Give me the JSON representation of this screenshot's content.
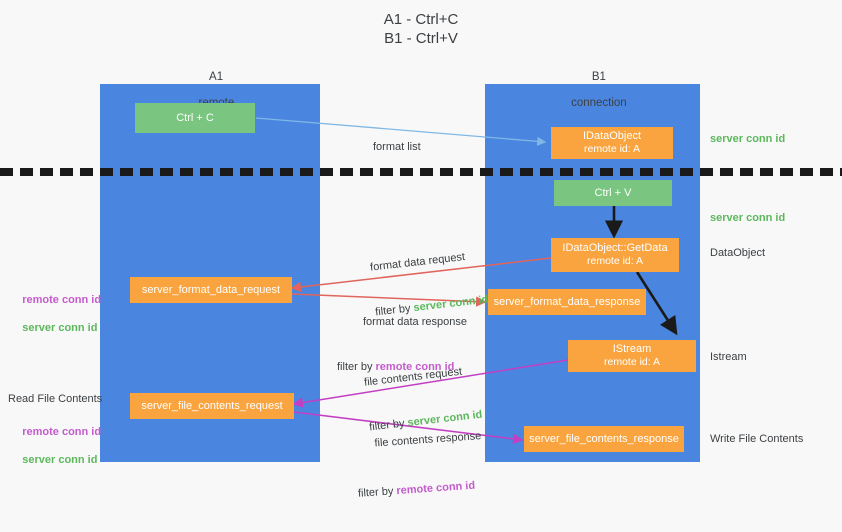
{
  "title": "A1 - Ctrl+C\nB1 - Ctrl+V",
  "lanes": [
    {
      "name": "A1",
      "sub": "remote"
    },
    {
      "name": "B1",
      "sub": "connection"
    }
  ],
  "nodes": {
    "ctrl_c": "Ctrl + C",
    "ctrl_v": "Ctrl + V",
    "idataobject": {
      "l1": "IDataObject",
      "l2": "remote id: A"
    },
    "getdata": {
      "l1": "IDataObject::GetData",
      "l2": "remote id: A"
    },
    "istream": {
      "l1": "IStream",
      "l2": "remote id: A"
    },
    "fmt_req": "server_format_data_request",
    "fmt_resp": "server_format_data_response",
    "file_req": "server_file_contents_request",
    "file_resp": "server_file_contents_response"
  },
  "annotations": {
    "format_list": "format list",
    "fmt_req_l1": "format data request",
    "fmt_req_l2a": "filter by ",
    "fmt_req_l2b": "server conn id",
    "fmt_resp_l1": "format data response",
    "fmt_resp_l2a": "filter by ",
    "fmt_resp_l2b": "remote conn id",
    "file_req_l1": "file contents request",
    "file_req_l2a": "filter by ",
    "file_req_l2b": "server conn id",
    "file_resp_l1": "file contents response",
    "file_resp_l2a": "filter by ",
    "file_resp_l2b": "remote conn id"
  },
  "side_right": {
    "server_conn_top": "server conn id",
    "server_conn_mid": "server conn id",
    "dataobject": "DataObject",
    "istream": "Istream",
    "write_file": "Write File Contents"
  },
  "side_left": {
    "remote_conn_1": "remote conn id",
    "server_conn_1": "server conn id",
    "read_file": "Read File Contents",
    "remote_conn_2": "remote conn id",
    "server_conn_2": "server conn id"
  },
  "colors": {
    "lane": "#4a86e0",
    "green_node": "#7ac57f",
    "orange_node": "#f9a43f",
    "server_conn": "#5cb85c",
    "remote_conn": "#c45ccd",
    "arrow_blue": "#7fb8e6",
    "arrow_red": "#e0655c",
    "arrow_magenta": "#c43ec4",
    "arrow_black": "#1a1a1a",
    "background": "#f8f8f8"
  }
}
